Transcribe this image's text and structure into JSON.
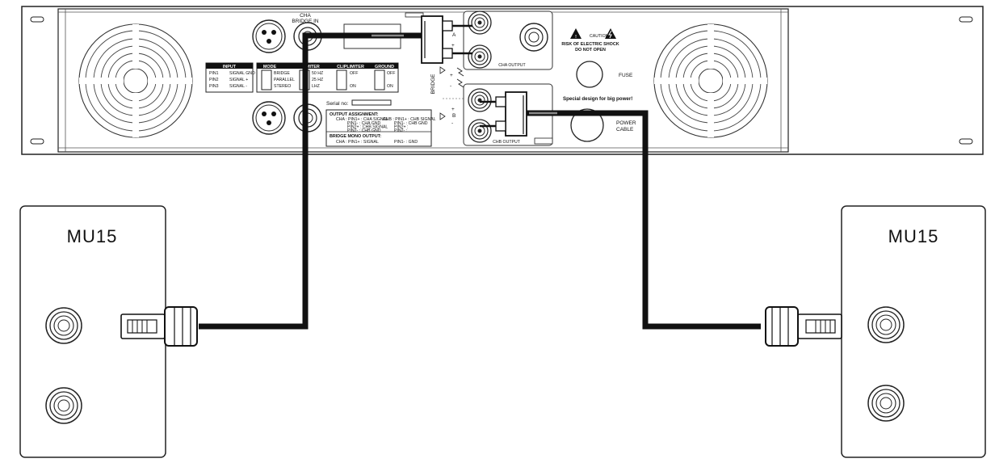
{
  "amplifier": {
    "cha_bridge_in": [
      "CHA",
      "BRIDGE IN"
    ],
    "input": {
      "header": "INPUT",
      "rows": [
        [
          "PIN1",
          "SIGNAL GND"
        ],
        [
          "PIN2",
          "SIGNAL +"
        ],
        [
          "PIN3",
          "SIGNAL -"
        ]
      ]
    },
    "mode": {
      "header": "MODE",
      "options": [
        "BRIDGE",
        "PARALLEL",
        "STEREO"
      ]
    },
    "limiter": {
      "header": "LIMITER",
      "options": [
        "50 HZ",
        "25 HZ",
        "LHZ"
      ]
    },
    "cliplimiter": {
      "header": "CLIPLIMITER",
      "options": [
        "OFF",
        "ON"
      ]
    },
    "ground": {
      "header": "GROUND",
      "options": [
        "OFF",
        "ON"
      ]
    },
    "serial_label": "Serial no:",
    "output_assignment": {
      "header": "OUTPUT ASSIGNMENT:",
      "cha_lines": [
        "CHA : PIN1+ : CHA SIGNAL",
        "PIN1- : CHA GND",
        "PIN2+ : CHB SIGNAL",
        "PIN2- : CHB GND"
      ],
      "chb_lines": [
        "CHB : PIN1+ : CHB SIGNAL",
        "PIN1- : CHB GND",
        "PIN2+ :",
        "PIN2- :"
      ],
      "bridge_header": "BRIDGE MONO OUTPUT:",
      "bridge_line_left": "CHA : PIN1+ : SIGNAL",
      "bridge_line_right": "PIN1- : GND"
    },
    "bridge_label": "BRIDGE",
    "cha_output": "CHA OUTPUT",
    "chb_output": "CHB OUTPUT",
    "caution": "CAUTION",
    "risk_line1": "RISK OF ELECTRIC SHOCK",
    "risk_line2": "DO NOT OPEN",
    "fuse": "FUSE",
    "power_cable": [
      "POWER",
      "CABLE"
    ],
    "special_design": "Special design for big power!",
    "terminal_a": "A",
    "terminal_b": "B",
    "plus": "+",
    "minus": "-"
  },
  "speakers": {
    "left": {
      "title": "MU15"
    },
    "right": {
      "title": "MU15"
    }
  }
}
